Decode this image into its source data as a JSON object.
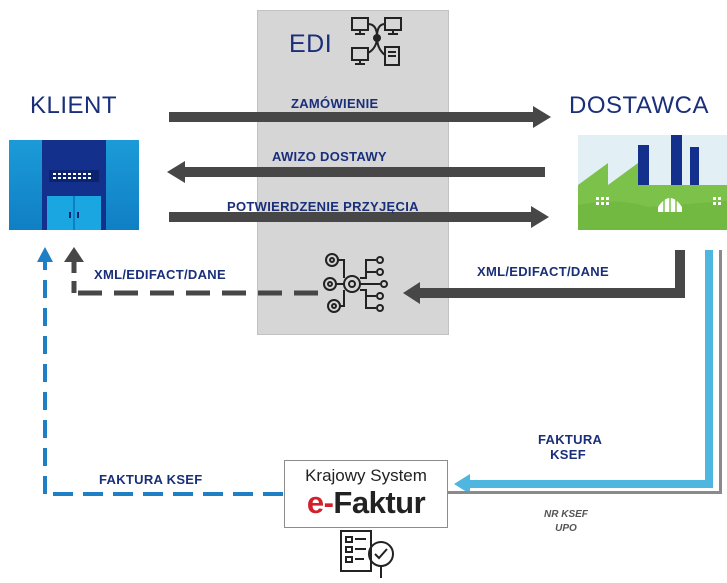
{
  "edi": {
    "title": "EDI"
  },
  "client": {
    "title": "KLIENT"
  },
  "supplier": {
    "title": "DOSTAWCA"
  },
  "flows": {
    "order": "ZAMÓWIENIE",
    "advice": "AWIZO DOSTAWY",
    "receipt": "POTWIERDZENIE PRZYJĘCIA"
  },
  "formats": {
    "left": "XML/EDIFACT/DANE",
    "right": "XML/EDIFACT/DANE"
  },
  "ksef": {
    "line1": "Krajowy System",
    "line2_prefix": "e-",
    "line2_main": "Faktur"
  },
  "invoice_to_ksef": {
    "line1": "FAKTURA",
    "line2": "KSEF"
  },
  "invoice_to_client": "FAKTURA KSEF",
  "ksef_response": {
    "line1": "NR KSEF",
    "line2": "UPO"
  },
  "colors": {
    "navy": "#1a2f7a",
    "dark_arrow": "#474747",
    "blue_dashed": "#1f7fc4",
    "light_blue": "#4fb6e0",
    "accent_red": "#d21f2b",
    "factory_green": "#7cc24a"
  }
}
